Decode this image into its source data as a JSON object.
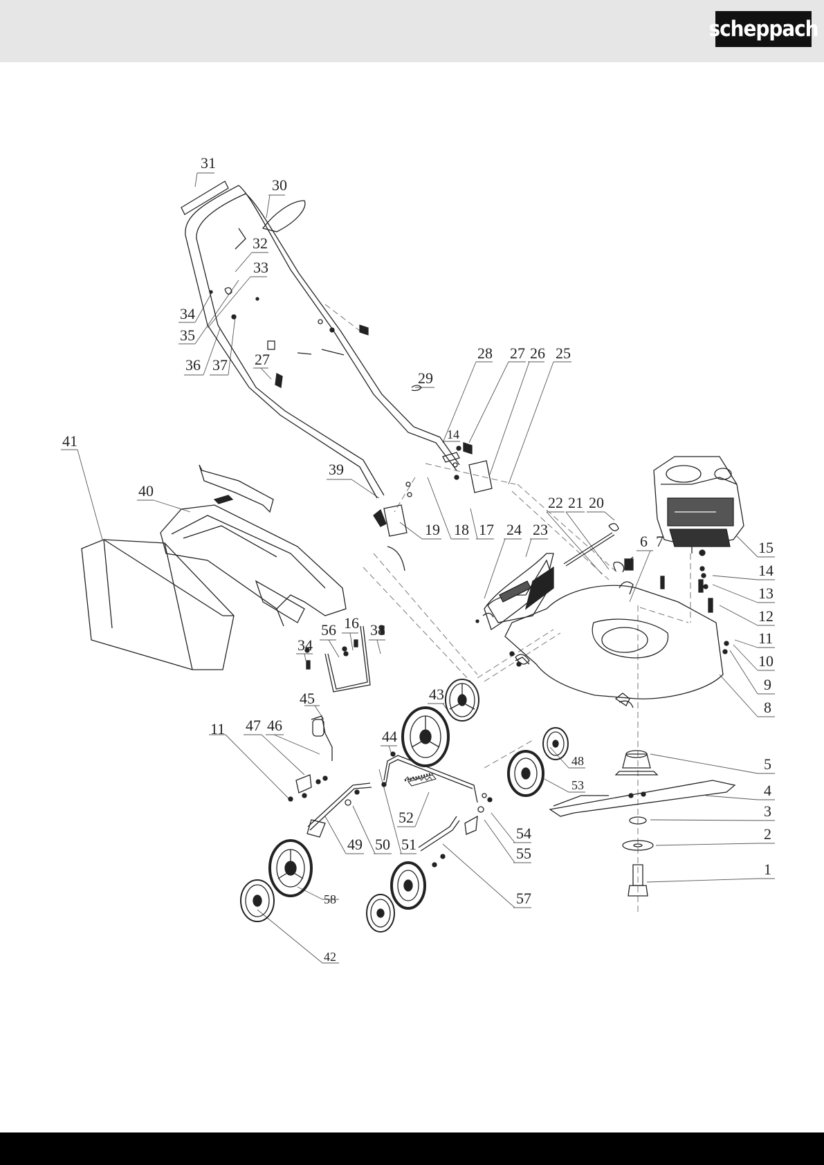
{
  "header": {
    "brand": "scheppach"
  },
  "parts": [
    {
      "id": "31",
      "label": "31"
    },
    {
      "id": "30",
      "label": "30"
    },
    {
      "id": "32",
      "label": "32"
    },
    {
      "id": "33",
      "label": "33"
    },
    {
      "id": "34a",
      "label": "34"
    },
    {
      "id": "35",
      "label": "35"
    },
    {
      "id": "36",
      "label": "36"
    },
    {
      "id": "37",
      "label": "37"
    },
    {
      "id": "27a",
      "label": "27"
    },
    {
      "id": "29",
      "label": "29"
    },
    {
      "id": "28",
      "label": "28"
    },
    {
      "id": "27b",
      "label": "27"
    },
    {
      "id": "26",
      "label": "26"
    },
    {
      "id": "25",
      "label": "25"
    },
    {
      "id": "14a",
      "label": "14"
    },
    {
      "id": "41",
      "label": "41"
    },
    {
      "id": "40",
      "label": "40"
    },
    {
      "id": "39",
      "label": "39"
    },
    {
      "id": "19",
      "label": "19"
    },
    {
      "id": "18",
      "label": "18"
    },
    {
      "id": "17",
      "label": "17"
    },
    {
      "id": "24",
      "label": "24"
    },
    {
      "id": "23",
      "label": "23"
    },
    {
      "id": "22",
      "label": "22"
    },
    {
      "id": "21",
      "label": "21"
    },
    {
      "id": "20",
      "label": "20"
    },
    {
      "id": "6",
      "label": "6"
    },
    {
      "id": "7",
      "label": "7"
    },
    {
      "id": "15",
      "label": "15"
    },
    {
      "id": "14b",
      "label": "14"
    },
    {
      "id": "13",
      "label": "13"
    },
    {
      "id": "12",
      "label": "12"
    },
    {
      "id": "11a",
      "label": "11"
    },
    {
      "id": "10",
      "label": "10"
    },
    {
      "id": "9",
      "label": "9"
    },
    {
      "id": "8",
      "label": "8"
    },
    {
      "id": "16",
      "label": "16"
    },
    {
      "id": "38",
      "label": "38"
    },
    {
      "id": "56",
      "label": "56"
    },
    {
      "id": "34b",
      "label": "34"
    },
    {
      "id": "43",
      "label": "43"
    },
    {
      "id": "45",
      "label": "45"
    },
    {
      "id": "11b",
      "label": "11"
    },
    {
      "id": "47",
      "label": "47"
    },
    {
      "id": "46",
      "label": "46"
    },
    {
      "id": "44",
      "label": "44"
    },
    {
      "id": "48",
      "label": "48"
    },
    {
      "id": "5",
      "label": "5"
    },
    {
      "id": "53",
      "label": "53"
    },
    {
      "id": "4",
      "label": "4"
    },
    {
      "id": "3",
      "label": "3"
    },
    {
      "id": "52",
      "label": "52"
    },
    {
      "id": "54",
      "label": "54"
    },
    {
      "id": "2",
      "label": "2"
    },
    {
      "id": "49",
      "label": "49"
    },
    {
      "id": "50",
      "label": "50"
    },
    {
      "id": "51",
      "label": "51"
    },
    {
      "id": "55",
      "label": "55"
    },
    {
      "id": "1",
      "label": "1"
    },
    {
      "id": "58",
      "label": "58"
    },
    {
      "id": "57",
      "label": "57"
    },
    {
      "id": "42",
      "label": "42"
    }
  ]
}
